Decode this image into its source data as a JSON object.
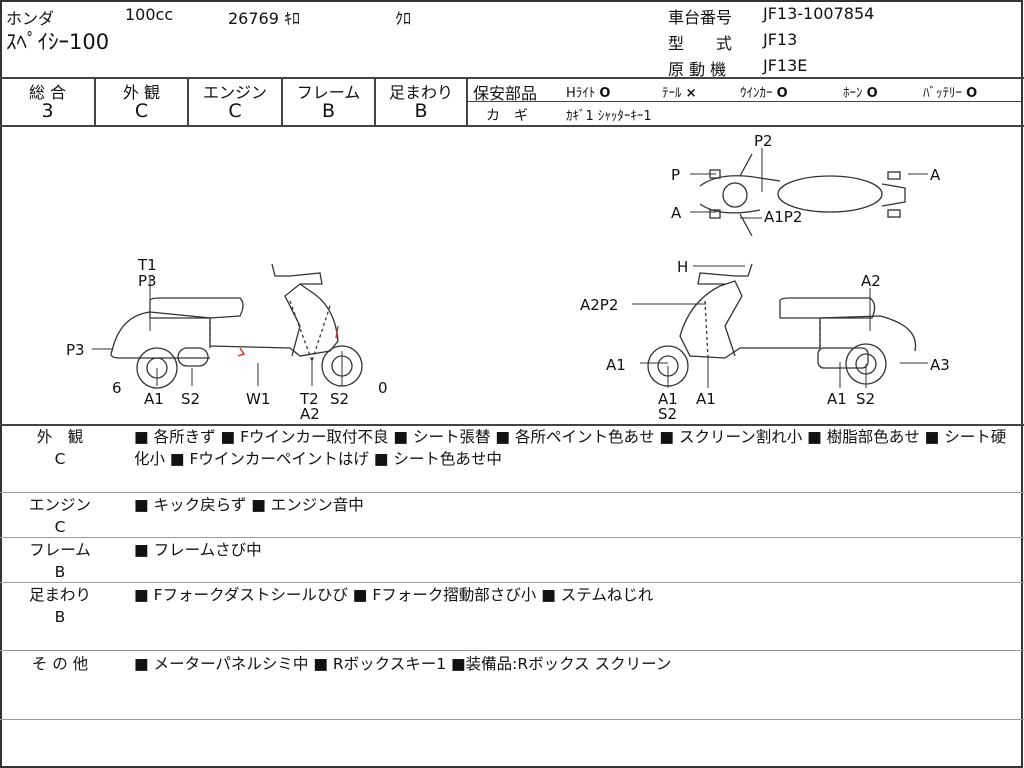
{
  "header": {
    "maker": "ホンダ",
    "displacement": "100cc",
    "mileage": "26769 ｷﾛ",
    "color": "ｸﾛ",
    "model_name": "ｽﾍﾟｲｼｰ100",
    "frame_no_label": "車台番号",
    "frame_no": "JF13-1007854",
    "type_label": "型　　式",
    "type": "JF13",
    "engine_label": "原 動 機",
    "engine": "JF13E"
  },
  "grades": {
    "headers": [
      "総 合",
      "外 観",
      "エンジン",
      "フレーム",
      "足まわり"
    ],
    "values": [
      "3",
      "C",
      "C",
      "B",
      "B"
    ]
  },
  "safety": {
    "label": "保安部品",
    "items": [
      {
        "name": "Hﾗｲﾄ",
        "mark": "O"
      },
      {
        "name": "ﾃｰﾙ",
        "mark": "×"
      },
      {
        "name": "ｳｲﾝｶｰ",
        "mark": "O"
      },
      {
        "name": "ﾎｰﾝ",
        "mark": "O"
      },
      {
        "name": "ﾊﾞｯﾃﾘｰ",
        "mark": "O"
      }
    ],
    "key_label": "カ　ギ",
    "keys": "ｶｷﾞ1 ｼｬｯﾀｰｷｰ1"
  },
  "diagram": {
    "labels": [
      "T1",
      "P3",
      "P3",
      "6",
      "A1",
      "S2",
      "W1",
      "T2",
      "A2",
      "S2",
      "0",
      "P2",
      "P",
      "A",
      "A",
      "A1P2",
      "H",
      "A2P2",
      "A2",
      "A1",
      "A3",
      "A1",
      "S2",
      "A1",
      "A1",
      "S2"
    ]
  },
  "notes": [
    {
      "category": "外　観",
      "grade": "C",
      "text": "■ 各所きず ■ Fウインカー取付不良 ■ シート張替 ■ 各所ペイント色あせ ■ スクリーン割れ小 ■ 樹脂部色あせ ■ シート硬化小 ■ Fウインカーペイントはげ ■ シート色あせ中"
    },
    {
      "category": "エンジン",
      "grade": "C",
      "text": "■ キック戻らず ■ エンジン音中"
    },
    {
      "category": "フレーム",
      "grade": "B",
      "text": "■ フレームさび中"
    },
    {
      "category": "足まわり",
      "grade": "B",
      "text": "■ Fフォークダストシールひび ■ Fフォーク摺動部さび小 ■ ステムねじれ"
    },
    {
      "category": "そ の 他",
      "grade": "",
      "text": "■ メーターパネルシミ中 ■ Rボックスキー1 ■装備品:Rボックス スクリーン"
    }
  ]
}
